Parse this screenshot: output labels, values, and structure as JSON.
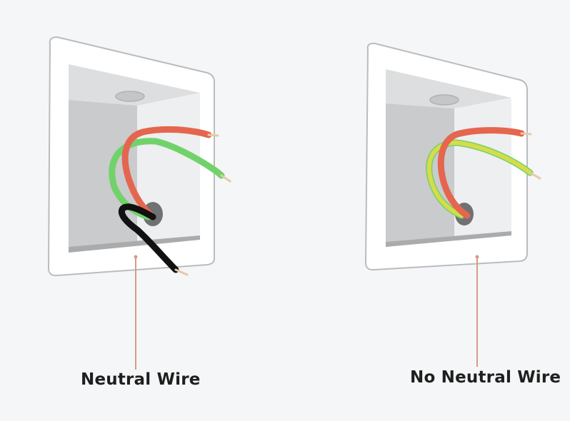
{
  "panels": [
    {
      "caption": "Neutral Wire",
      "wires": [
        "red",
        "green",
        "black"
      ]
    },
    {
      "caption": "No Neutral Wire",
      "wires": [
        "red",
        "yellow-green"
      ]
    }
  ],
  "colors": {
    "background": "#f5f6f7",
    "frame": "#ffffff",
    "frame_stroke": "#b9bcc0",
    "box_left_wall": "#c9cbcd",
    "box_right_wall": "#eeeff0",
    "box_top_wall": "#dcdedf",
    "box_bottom": "#a9abad",
    "hole": "#6f7173",
    "wire_red": "#e4664e",
    "wire_green": "#72d26a",
    "wire_black": "#111111",
    "wire_yellow": "#d6dc4a",
    "pointer_line": "#d69b86",
    "caption_text": "#1f1f1f"
  }
}
